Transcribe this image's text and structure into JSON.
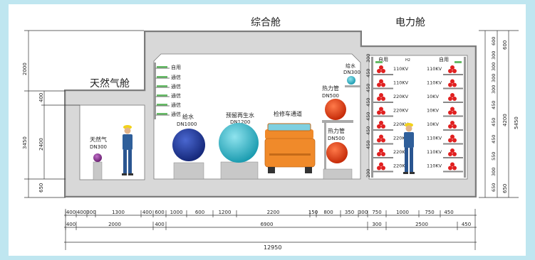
{
  "sections": {
    "gas": "天然气舱",
    "combined": "综合舱",
    "power": "电力舱"
  },
  "pipes": {
    "gas": {
      "name": "天然气",
      "dn": "DN300"
    },
    "water1000": {
      "name": "给水",
      "dn": "DN1000"
    },
    "recycled": {
      "name": "预留再生水",
      "dn": "DN1200"
    },
    "vehicle": "检修车通道",
    "heat_upper": {
      "name": "热力管",
      "dn": "DN500"
    },
    "heat_lower": {
      "name": "热力管",
      "dn": "DN500"
    },
    "water300": {
      "name": "给水",
      "dn": "DN300"
    }
  },
  "shelves": [
    "自用",
    "通信",
    "通信",
    "通信",
    "通信",
    "通信"
  ],
  "power": {
    "top_left": "自用",
    "top_mid": "H2",
    "top_right": "自用",
    "left_racks": [
      "110KV",
      "110KV",
      "220KV",
      "220KV",
      "220KV",
      "220KV",
      "220KV",
      "220KV"
    ],
    "right_racks": [
      "110KV",
      "110KV",
      "10KV",
      "10KV",
      "10KV",
      "110KV",
      "110KV",
      "110KV"
    ]
  },
  "dims": {
    "row1": [
      "400",
      "400",
      "300",
      "1300",
      "400",
      "600",
      "1000",
      "600",
      "1200",
      "2200",
      "150",
      "800",
      "350",
      "300",
      "750",
      "1000",
      "750",
      "450"
    ],
    "row2": [
      "400",
      "2000",
      "400",
      "6900",
      "300",
      "2500",
      "450"
    ],
    "total": "12950",
    "left_outer": [
      "2000",
      "3450",
      "650"
    ],
    "left_inner": [
      "400",
      "2400"
    ],
    "right_rack": [
      "300",
      "450",
      "450",
      "450",
      "450",
      "450",
      "450",
      "200"
    ],
    "right_a": [
      "600",
      "300",
      "300",
      "300",
      "300",
      "450",
      "450",
      "450",
      "550",
      "300",
      "650"
    ],
    "right_b": [
      "600",
      "4200",
      "650"
    ],
    "right_total": "5450"
  },
  "colors": {
    "concrete": "#d8d8d8",
    "wall": "#7a7a7a",
    "gas_pipe": "#8b3a8f",
    "water_pipe": "#1f3a9a",
    "recycled_pipe": "#3fb8c8",
    "heat_pipe": "#e8471c",
    "cable_red": "#e02020",
    "vehicle": "#f08a2a"
  }
}
